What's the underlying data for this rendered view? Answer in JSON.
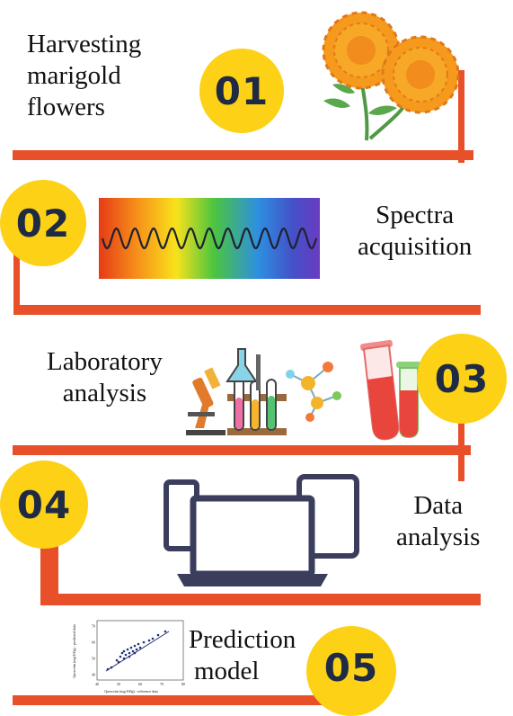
{
  "steps": [
    {
      "number": "01",
      "label_lines": [
        "Harvesting",
        "marigold",
        "flowers"
      ],
      "icon": "marigold-flowers-icon"
    },
    {
      "number": "02",
      "label_lines": [
        "Spectra",
        "acquisition"
      ],
      "icon": "spectrum-wave-icon"
    },
    {
      "number": "03",
      "label_lines": [
        "Laboratory",
        "analysis"
      ],
      "icon": "lab-equipment-icon"
    },
    {
      "number": "04",
      "label_lines": [
        "Data",
        "analysis"
      ],
      "icon": "devices-icon"
    },
    {
      "number": "05",
      "label_lines": [
        "Prediction",
        "model"
      ],
      "icon": "scatter-plot-icon"
    }
  ],
  "scatter": {
    "xlabel": "Quercetin (mg/100g) - reference data",
    "ylabel": "Quercetin (mg/100g) - predicted data",
    "x_ticks": [
      "40",
      "50",
      "60",
      "70",
      "80"
    ],
    "y_ticks": [
      "40",
      "50",
      "60",
      "70"
    ]
  },
  "colors": {
    "accent": "#e8502a",
    "circle": "#fcd116",
    "number_text": "#1f2a44"
  }
}
